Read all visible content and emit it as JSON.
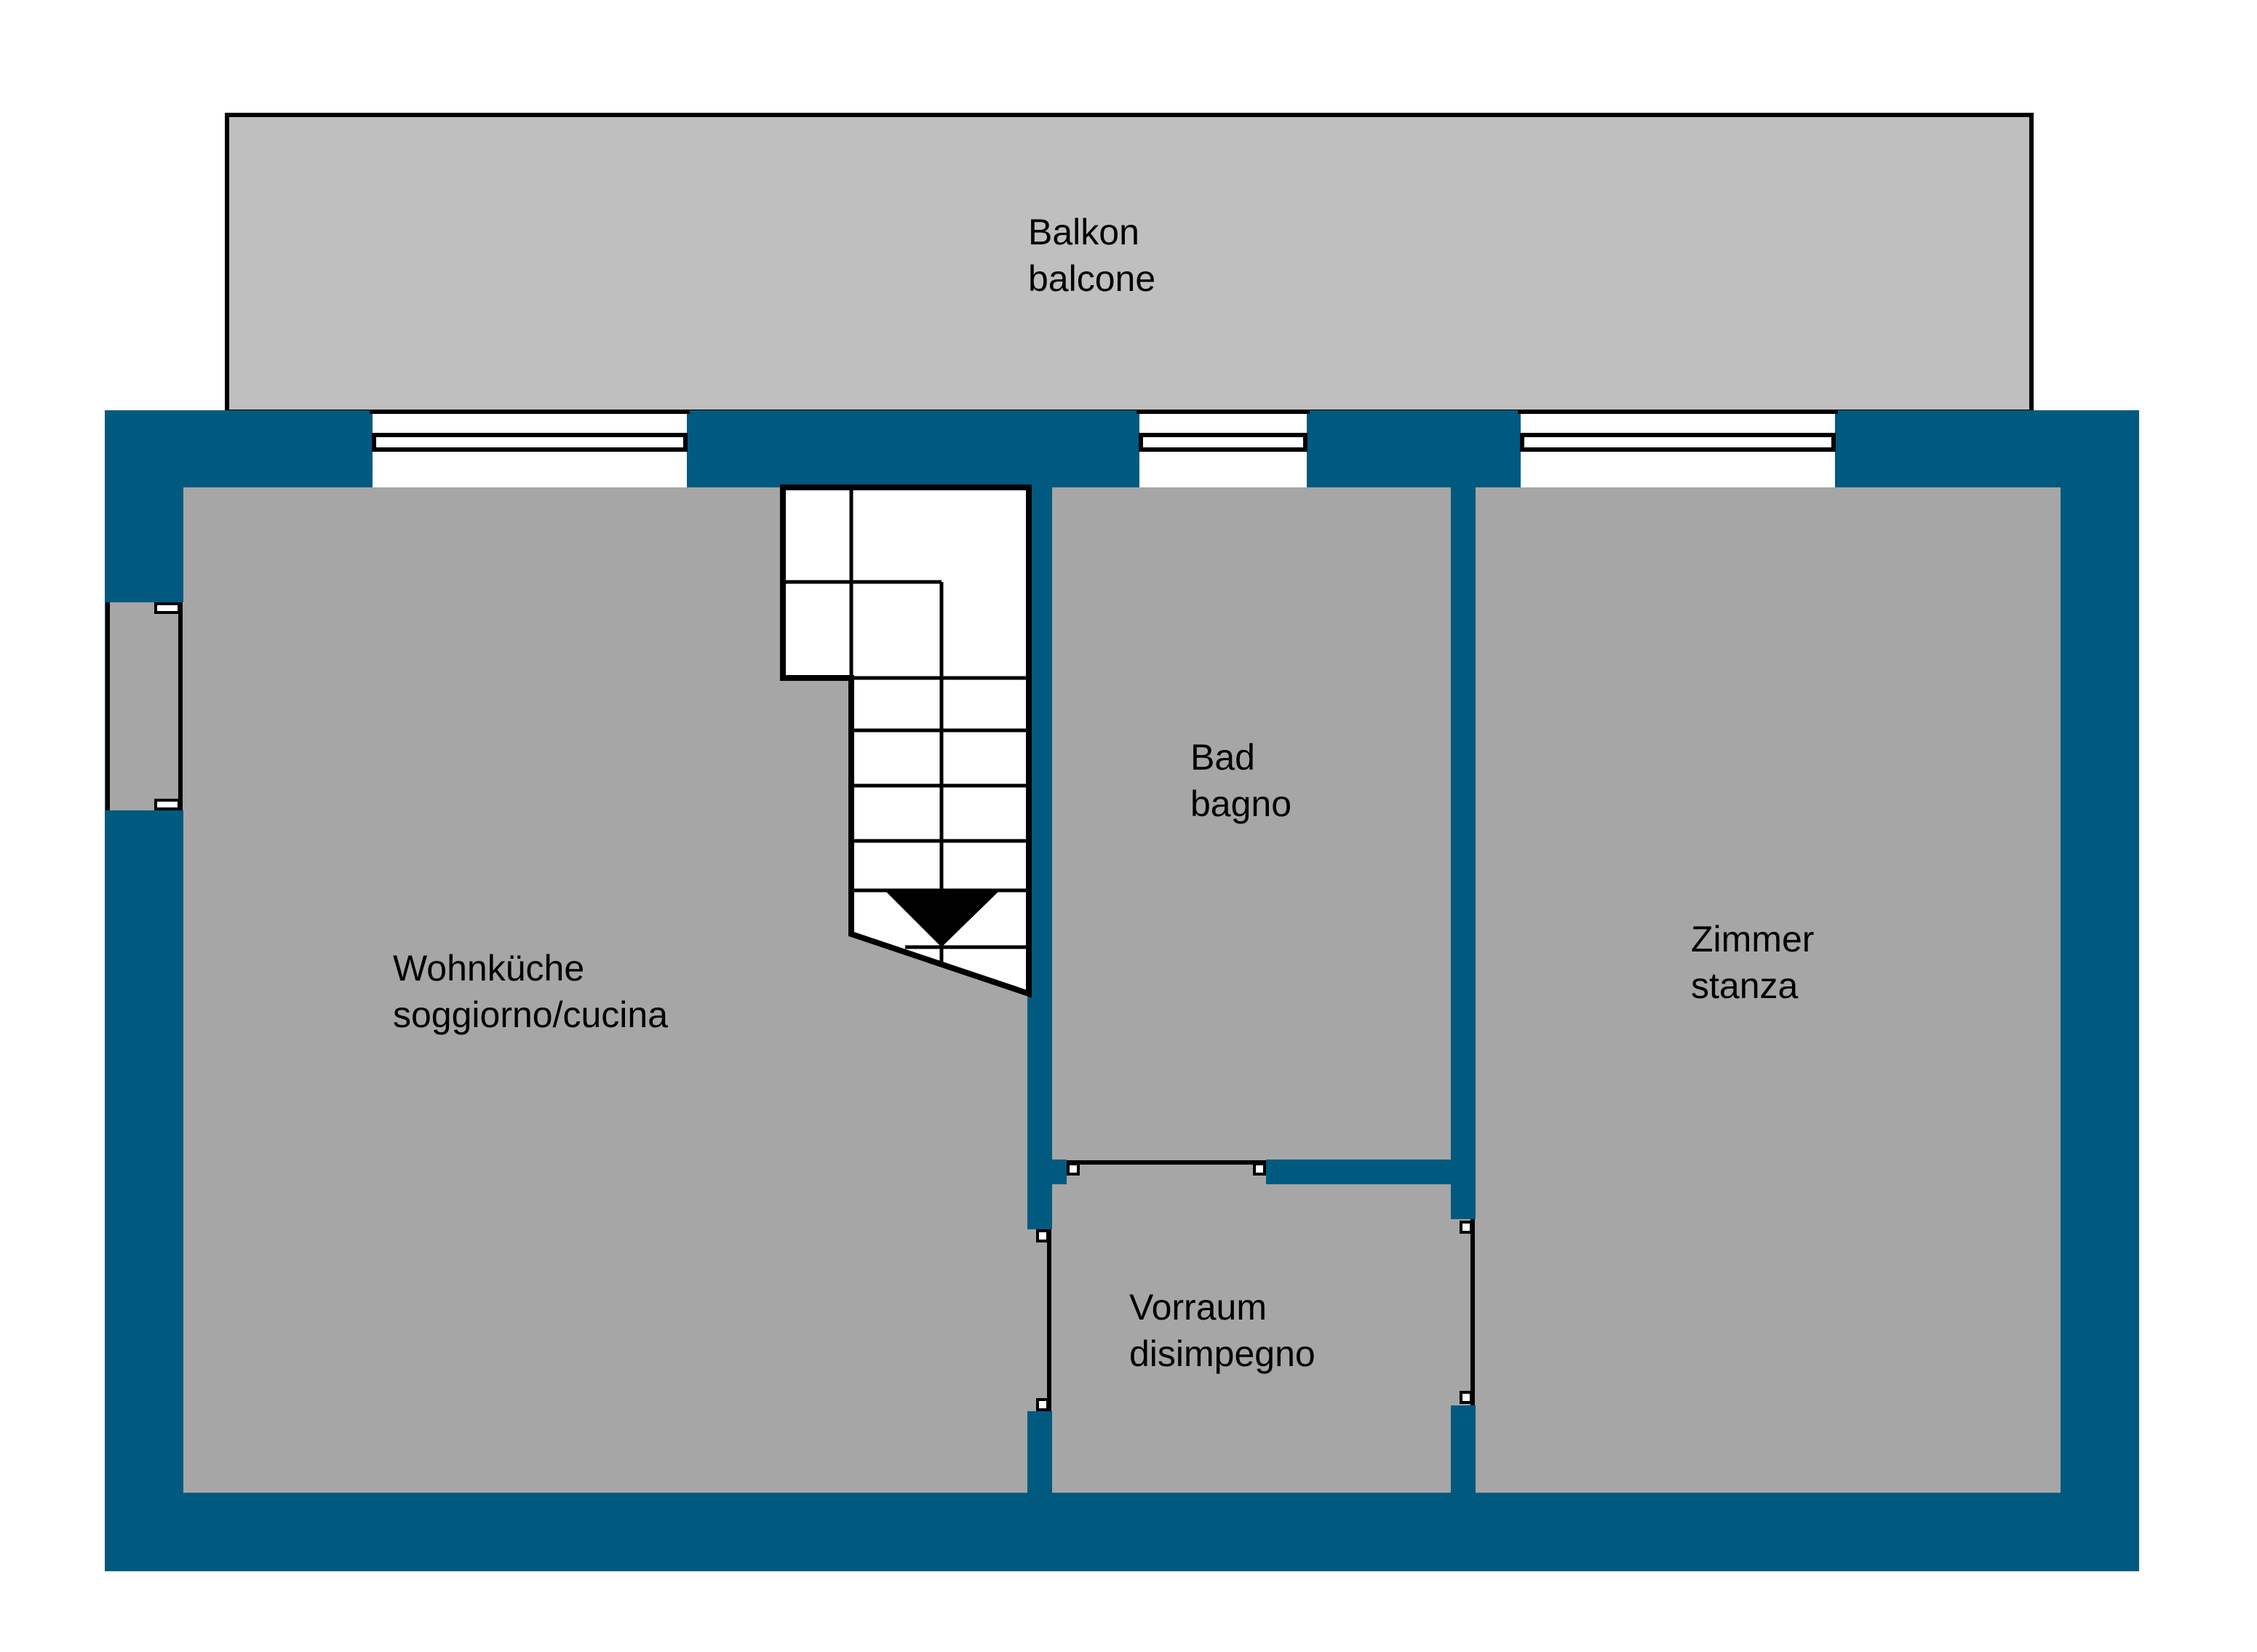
{
  "plan": {
    "colors": {
      "wall": "#005a80",
      "room": "#a6a6a6",
      "balcony": "#bfbfbf",
      "line": "#000000",
      "window": "#ffffff"
    },
    "rooms": [
      {
        "id": "balkon",
        "line1": "Balkon",
        "line2": "balcone"
      },
      {
        "id": "wohnkueche",
        "line1": "Wohnküche",
        "line2": "soggiorno/cucina"
      },
      {
        "id": "bad",
        "line1": "Bad",
        "line2": "bagno"
      },
      {
        "id": "zimmer",
        "line1": "Zimmer",
        "line2": "stanza"
      },
      {
        "id": "vorraum",
        "line1": "Vorraum",
        "line2": "disimpegno"
      }
    ],
    "stairs": {
      "direction": "down",
      "symbol": "triangle-arrow"
    }
  }
}
